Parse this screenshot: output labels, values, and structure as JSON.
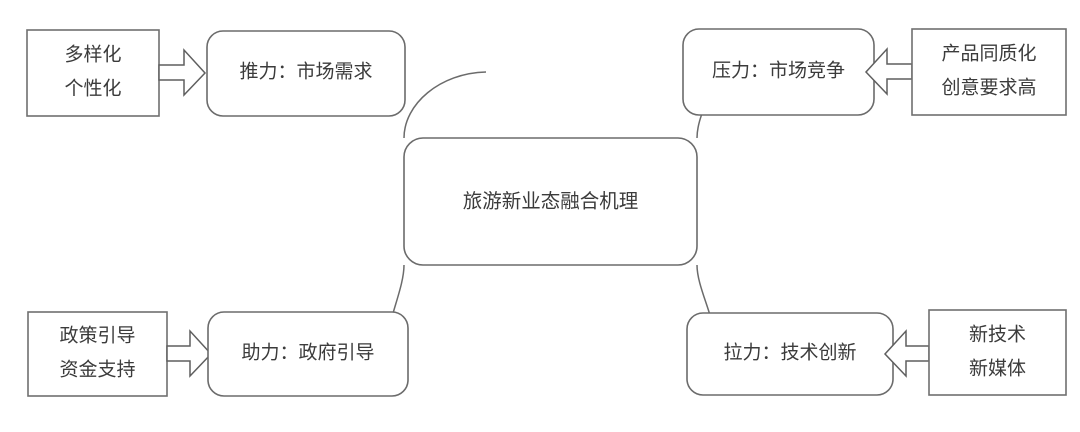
{
  "diagram": {
    "title_text": "旅游新业态融合机理",
    "colors": {
      "stroke": "#6b6b6b",
      "text": "#3b3b3b",
      "background": "#ffffff"
    },
    "center": {
      "label": "旅游新业态融合机理",
      "name": "center-node"
    },
    "factors": [
      {
        "key": "push",
        "label": "推力：市场需求",
        "position": "top-left"
      },
      {
        "key": "pressure",
        "label": "压力：市场竞争",
        "position": "top-right"
      },
      {
        "key": "assist",
        "label": "助力：政府引导",
        "position": "bottom-left"
      },
      {
        "key": "pull",
        "label": "拉力：技术创新",
        "position": "bottom-right"
      }
    ],
    "sources": [
      {
        "key": "demand",
        "line1": "多样化",
        "line2": "个性化",
        "position": "top-left",
        "arrow_direction": "right"
      },
      {
        "key": "competition",
        "line1": "产品同质化",
        "line2": "创意要求高",
        "position": "top-right",
        "arrow_direction": "left"
      },
      {
        "key": "policy",
        "line1": "政策引导",
        "line2": "资金支持",
        "position": "bottom-left",
        "arrow_direction": "right"
      },
      {
        "key": "technology",
        "line1": "新技术",
        "line2": "新媒体",
        "position": "bottom-right",
        "arrow_direction": "left"
      }
    ]
  }
}
